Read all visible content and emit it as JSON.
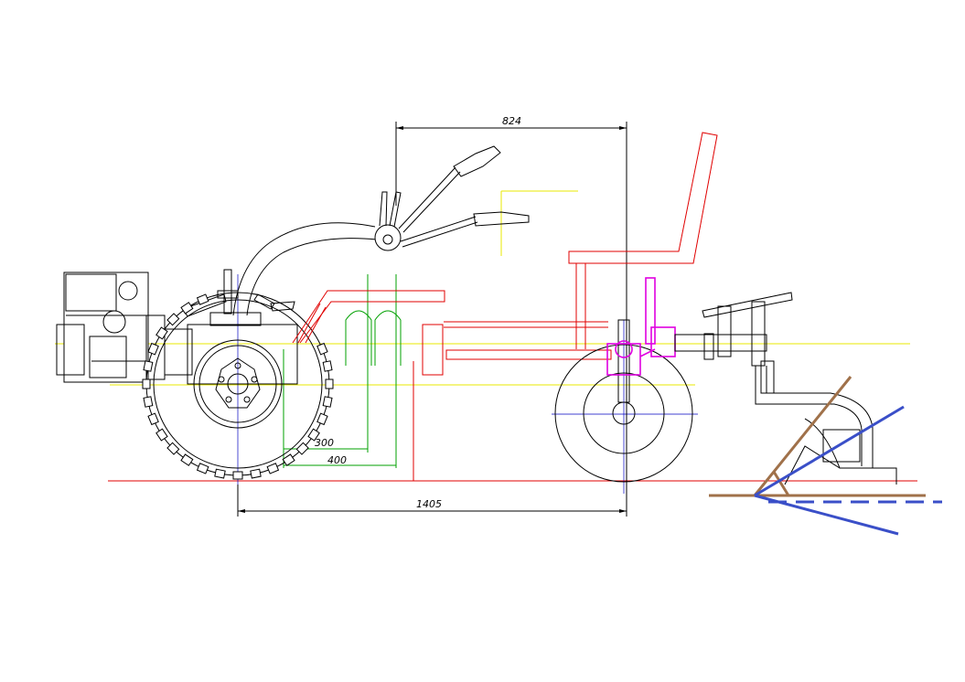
{
  "dimensions": {
    "top_span": "824",
    "bottom_span": "1405",
    "green_short": "300",
    "green_long": "400"
  },
  "colors": {
    "outline": "#000000",
    "frame_red": "#e00000",
    "hitch_magenta": "#e000e0",
    "green_dims": "#00a000",
    "axis_yellow": "#e8e800",
    "plough_brown": "#a0714a",
    "plough_blue": "#3a4fc8"
  }
}
